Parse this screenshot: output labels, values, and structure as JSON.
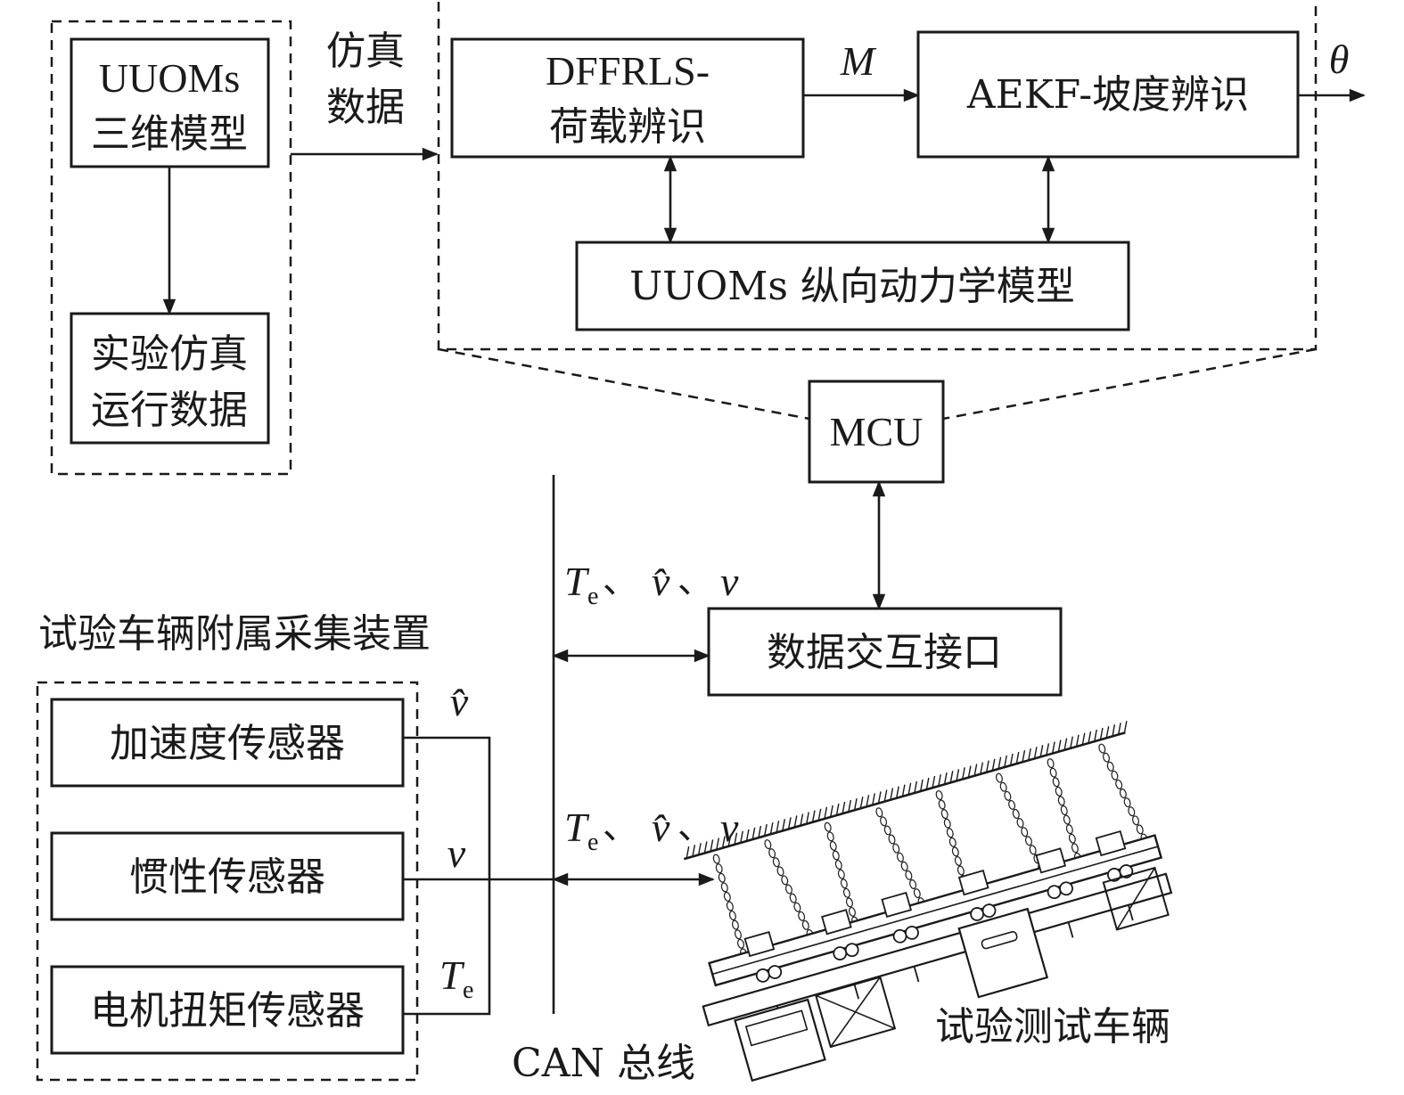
{
  "top_left": {
    "model_box": [
      "UUOMs",
      "三维模型"
    ],
    "data_box": [
      "实验仿真",
      "运行数据"
    ],
    "sim_label": [
      "仿真",
      "数据"
    ]
  },
  "identification": {
    "dffrls_box": [
      "DFFRLS-",
      "荷载辨识"
    ],
    "aekf_box": "AEKF-坡度辨识",
    "dynamics_box": "UUOMs 纵向动力学模型",
    "m_label": "M",
    "theta_label": "θ"
  },
  "mcu_box": "MCU",
  "interface_box": "数据交互接口",
  "acquisition": {
    "title": "试验车辆附属采集装置",
    "sensors": [
      "加速度传感器",
      "惯性传感器",
      "电机扭矩传感器"
    ]
  },
  "signals": {
    "T": "T",
    "e": "e",
    "sep": "、",
    "v_hat": "v̂",
    "v": "v"
  },
  "can_bus_label": "CAN 总线",
  "vehicle_label": "试验测试车辆"
}
